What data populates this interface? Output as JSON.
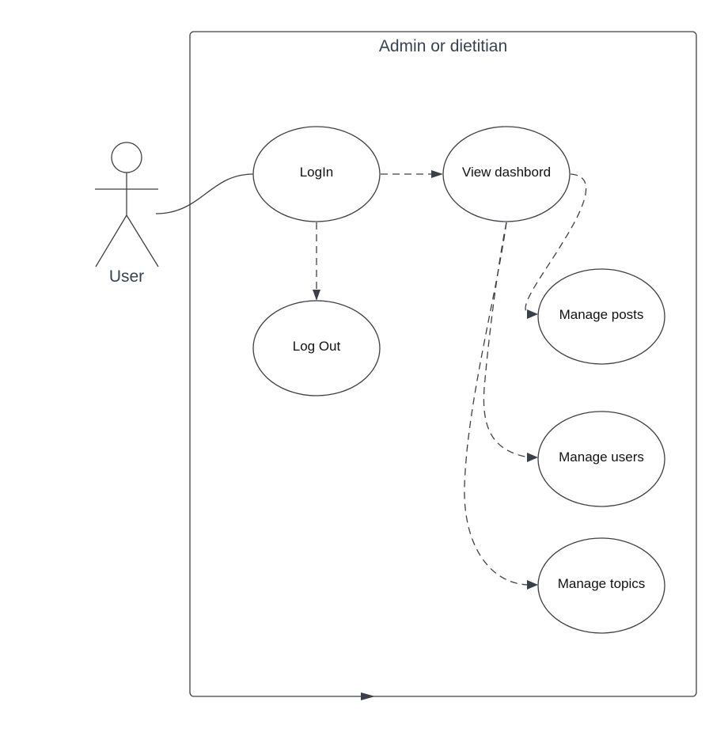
{
  "system": {
    "title": "Admin or dietitian"
  },
  "actor": {
    "name": "User"
  },
  "use_cases": [
    {
      "id": "login",
      "label": "LogIn"
    },
    {
      "id": "view-dashboard",
      "label": "View dashbord"
    },
    {
      "id": "logout",
      "label": "Log Out"
    },
    {
      "id": "manage-posts",
      "label": "Manage posts"
    },
    {
      "id": "manage-users",
      "label": "Manage users"
    },
    {
      "id": "manage-topics",
      "label": "Manage topics"
    }
  ],
  "relationships": [
    {
      "from": "User",
      "to": "LogIn",
      "type": "association"
    },
    {
      "from": "LogIn",
      "to": "View dashbord",
      "type": "dependency"
    },
    {
      "from": "LogIn",
      "to": "Log Out",
      "type": "dependency"
    },
    {
      "from": "View dashbord",
      "to": "Manage posts",
      "type": "dependency"
    },
    {
      "from": "View dashbord",
      "to": "Manage users",
      "type": "dependency"
    },
    {
      "from": "View dashbord",
      "to": "Manage topics",
      "type": "dependency"
    }
  ],
  "colors": {
    "stroke": "#3f3f46",
    "label": "#3a4150",
    "text": "#111111"
  }
}
